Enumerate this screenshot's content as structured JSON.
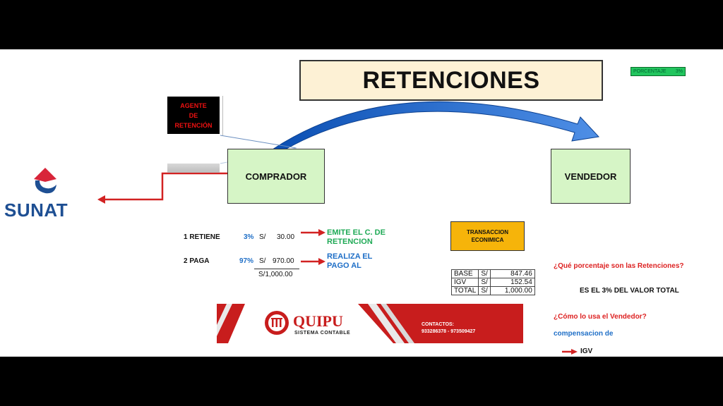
{
  "title": "RETENCIONES",
  "percentage_box": {
    "label": "PORCENTAJE",
    "value": "3%"
  },
  "agente": {
    "line1": "AGENTE",
    "line2": "DE",
    "line3": "RETENCIÓN"
  },
  "comprador": "COMPRADOR",
  "vendedor": "VENDEDOR",
  "sunat": "SUNAT",
  "rows": [
    {
      "label": "1 RETIENE",
      "pct": "3%",
      "currency": "S/",
      "amount": "30.00",
      "action_line1": "EMITE EL C. DE",
      "action_line2": "RETENCION"
    },
    {
      "label": "2 PAGA",
      "pct": "97%",
      "currency": "S/",
      "amount": "970.00",
      "action_line1": "REALIZA EL",
      "action_line2": "PAGO AL"
    }
  ],
  "total_amount": "S/1,000.00",
  "transaccion": {
    "line1": "TRANSACCION",
    "line2": "ECONIMICA"
  },
  "totals_table": [
    {
      "label": "BASE",
      "currency": "S/",
      "amount": "847.46"
    },
    {
      "label": "IGV",
      "currency": "S/",
      "amount": "152.54"
    },
    {
      "label": "TOTAL",
      "currency": "S/",
      "amount": "1,000.00"
    }
  ],
  "question1": "¿Qué porcentaje son las Retenciones?",
  "answer1": {
    "prefix": "ES EL ",
    "highlight": "3%",
    "suffix": " DEL VALOR TOTAL"
  },
  "question2": "¿Cómo lo usa el Vendedor?",
  "compensacion": "compensacion de",
  "comp_item": "IGV",
  "banner": {
    "brand": "QUIPU",
    "subtitle": "SISTEMA CONTABLE",
    "contact_label": "CONTACTOS:",
    "contact_phones": "933286378 - 973509427"
  },
  "colors": {
    "accent_blue": "#1f6fc7",
    "accent_red": "#d22222",
    "green_box": "#d6f5c6",
    "orange_box": "#f6b40a"
  }
}
